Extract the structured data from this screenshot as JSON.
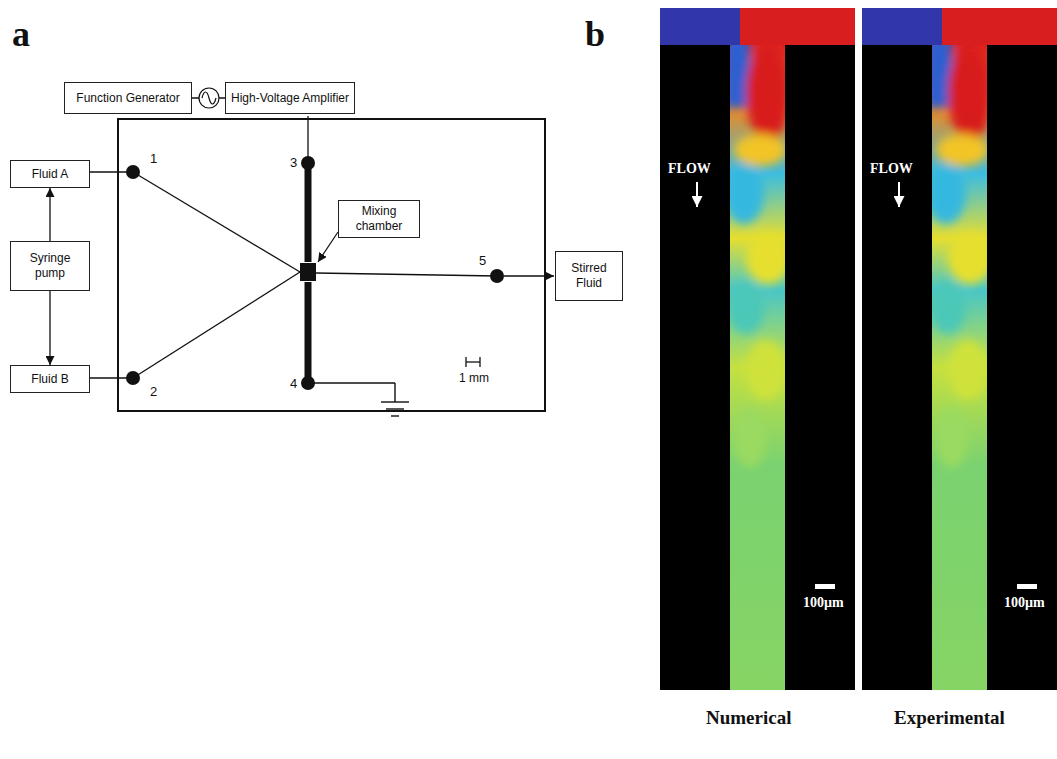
{
  "diagram": {
    "nodes": [
      {
        "text": [
          "Function Generator"
        ]
      },
      {
        "text": [
          "High-Voltage Amplifier"
        ]
      },
      {
        "text": [
          "Fluid A"
        ]
      },
      {
        "text": [
          "Syringe pump"
        ]
      },
      {
        "text": [
          "Fluid B"
        ]
      },
      {
        "text": [
          "Mixing chamber"
        ]
      },
      {
        "text": [
          "Stirred Fluid"
        ]
      }
    ],
    "edges": [
      {
        "from": 0,
        "to": 1,
        "arrow": "none"
      },
      {
        "from": 3,
        "to": 2,
        "arrow": "to"
      },
      {
        "from": 3,
        "to": 4,
        "arrow": "to"
      }
    ],
    "labels": [
      "a",
      "b",
      "1",
      "2",
      "3",
      "4",
      "5",
      "1 mm",
      "FLOW",
      "100µm",
      "FLOW",
      "100µm",
      "Numerical",
      "Experimental"
    ]
  }
}
